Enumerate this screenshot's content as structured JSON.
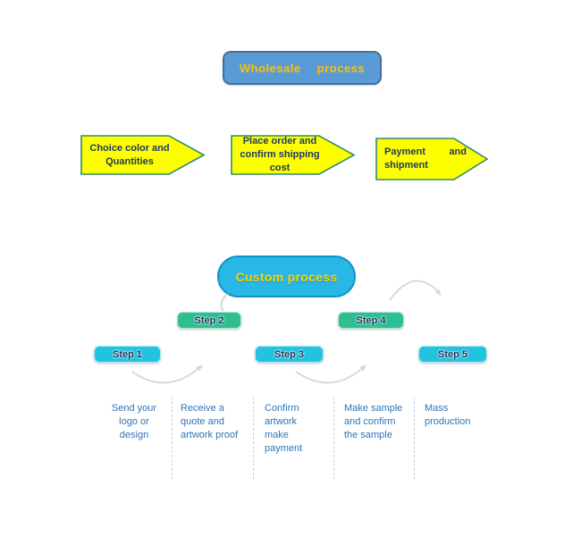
{
  "wholesale": {
    "title": "Wholesale process",
    "arrows": [
      {
        "lines": [
          "Choice color and",
          "Quantities"
        ]
      },
      {
        "lines": [
          "Place order and",
          "confirm shipping cost"
        ]
      },
      {
        "line1_left": "Payment",
        "line1_right": "and",
        "line2": "shipment"
      }
    ]
  },
  "custom": {
    "title": "Custom process",
    "steps": [
      {
        "label": "Step 1"
      },
      {
        "label": "Step 2"
      },
      {
        "label": "Step 3"
      },
      {
        "label": "Step 4"
      },
      {
        "label": "Step 5"
      }
    ],
    "captions": [
      {
        "lines": [
          "Send your",
          "logo or",
          "design"
        ]
      },
      {
        "lines": [
          "Receive a",
          "quote and",
          "artwork proof"
        ]
      },
      {
        "lines": [
          "Confirm",
          "artwork",
          "make",
          "payment"
        ]
      },
      {
        "lines": [
          "Make sample",
          "and confirm",
          "the sample"
        ]
      },
      {
        "lines": [
          "Mass",
          "production"
        ]
      }
    ]
  },
  "colors": {
    "title_box_bg": "#5B9BD5",
    "title_box_border": "#41719C",
    "title_text": "#FFC000",
    "arrow_fill": "#FDFF00",
    "arrow_border": "#2E8B6E",
    "arrow_text": "#203864",
    "custom_bg": "#29B7E5",
    "custom_border": "#0F93CC",
    "custom_text": "#FFD200",
    "step_cyan": "#21C3DF",
    "step_green": "#2EBE92",
    "step_text": "#17375E",
    "caption_text": "#2E74B5",
    "curve_arrow": "#D6D6D6",
    "divider": "#C6D3DF"
  }
}
